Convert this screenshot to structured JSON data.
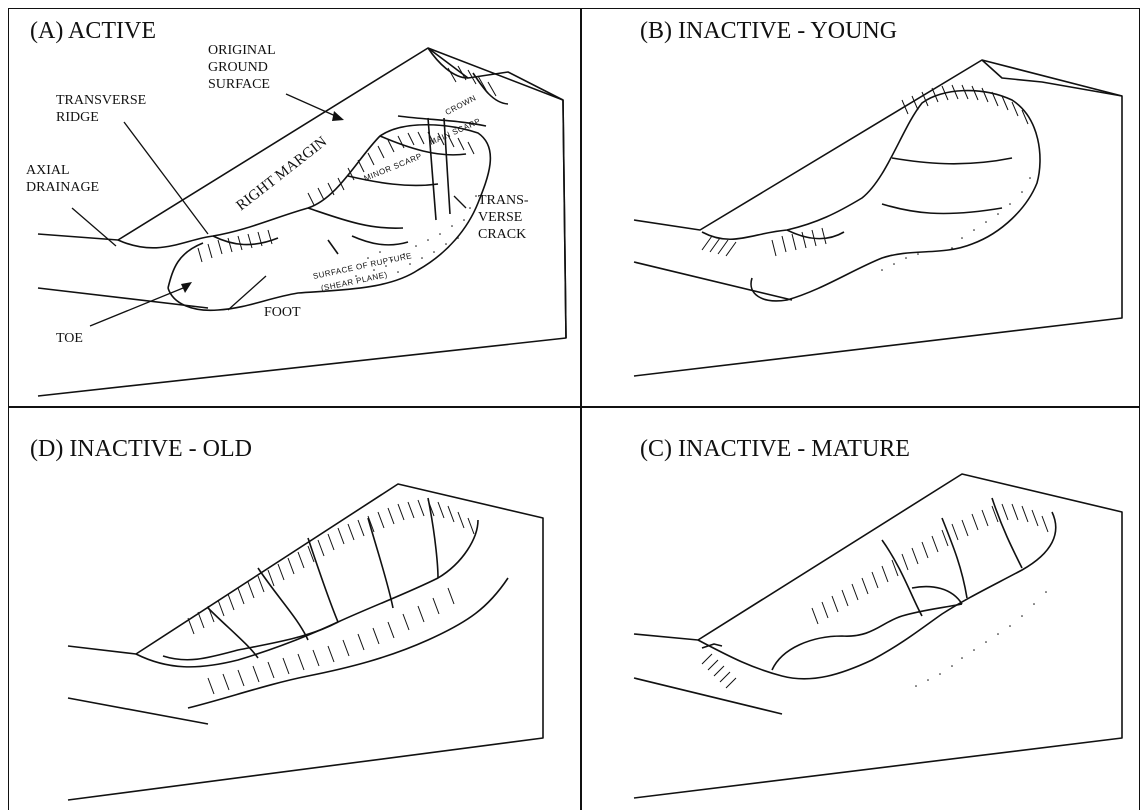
{
  "panels": {
    "a": {
      "title": "(A) ACTIVE",
      "labels": {
        "original_ground_surface": [
          "ORIGINAL",
          "GROUND",
          "SURFACE"
        ],
        "transverse_ridge": [
          "TRANSVERSE",
          "RIDGE"
        ],
        "axial_drainage": [
          "AXIAL",
          "DRAINAGE"
        ],
        "right_margin": "RIGHT MARGIN",
        "transverse_crack": [
          "TRANS-",
          "VERSE",
          "CRACK"
        ],
        "foot": "FOOT",
        "toe": "TOE",
        "crown": "CROWN",
        "main_scarp": "MAIN SCARP",
        "minor_scarp": "MINOR SCARP",
        "surface_of_rupture": "SURFACE OF RUPTURE",
        "shear_plane": "(SHEAR PLANE)"
      }
    },
    "b": {
      "title": "(B) INACTIVE - YOUNG"
    },
    "d": {
      "title": "(D) INACTIVE - OLD"
    },
    "c": {
      "title": "(C) INACTIVE - MATURE"
    }
  },
  "colors": {
    "ink": "#111111",
    "paper": "#ffffff"
  }
}
